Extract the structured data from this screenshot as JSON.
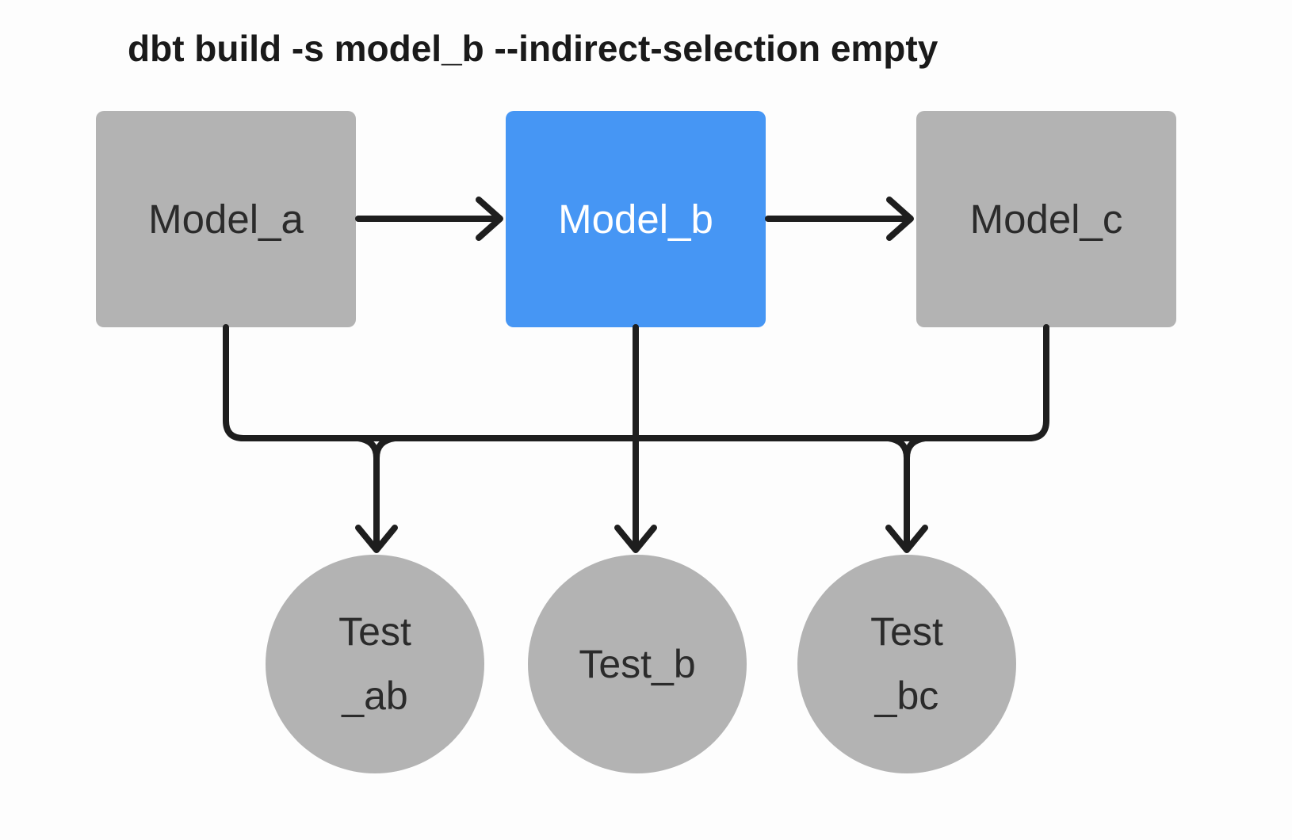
{
  "title": "dbt build -s model_b --indirect-selection empty",
  "models": [
    {
      "id": "model_a",
      "label": "Model_a",
      "highlighted": false
    },
    {
      "id": "model_b",
      "label": "Model_b",
      "highlighted": true
    },
    {
      "id": "model_c",
      "label": "Model_c",
      "highlighted": false
    }
  ],
  "tests": [
    {
      "id": "test_ab",
      "lines": [
        "Test",
        "_ab"
      ]
    },
    {
      "id": "test_b",
      "lines": [
        "Test_b"
      ]
    },
    {
      "id": "test_bc",
      "lines": [
        "Test",
        "_bc"
      ]
    }
  ],
  "colors": {
    "node_gray": "#b3b3b3",
    "node_highlight_blue": "#4696f4",
    "edge_line": "#1e1e1e",
    "background": "#fdfdfd",
    "text_dark": "#2b2b2b",
    "text_light": "#ffffff",
    "title_text": "#1a1a1a"
  }
}
